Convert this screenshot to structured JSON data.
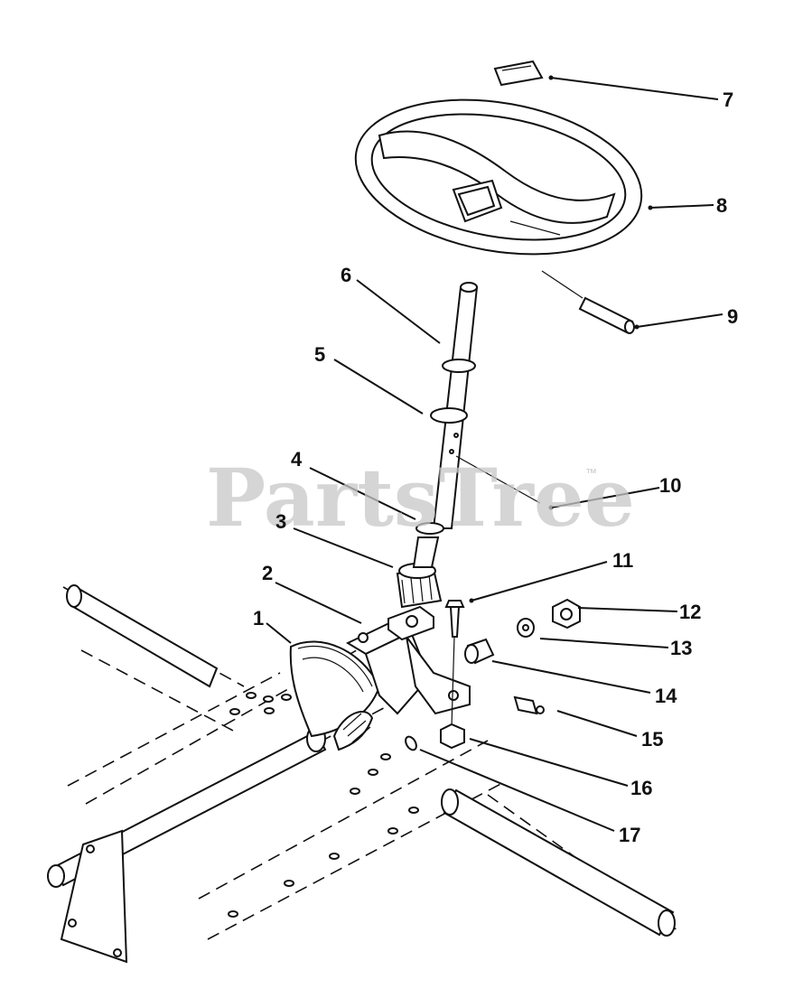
{
  "watermark": {
    "text": "PartsTree",
    "trademark": "™"
  },
  "callouts": [
    {
      "id": "1",
      "label": "1"
    },
    {
      "id": "2",
      "label": "2"
    },
    {
      "id": "3",
      "label": "3"
    },
    {
      "id": "4",
      "label": "4"
    },
    {
      "id": "5",
      "label": "5"
    },
    {
      "id": "6",
      "label": "6"
    },
    {
      "id": "7",
      "label": "7"
    },
    {
      "id": "8",
      "label": "8"
    },
    {
      "id": "9",
      "label": "9"
    },
    {
      "id": "10",
      "label": "10"
    },
    {
      "id": "11",
      "label": "11"
    },
    {
      "id": "12",
      "label": "12"
    },
    {
      "id": "13",
      "label": "13"
    },
    {
      "id": "14",
      "label": "14"
    },
    {
      "id": "15",
      "label": "15"
    },
    {
      "id": "16",
      "label": "16"
    },
    {
      "id": "17",
      "label": "17"
    }
  ],
  "colors": {
    "ink": "#111111",
    "watermark": "#c8c8c8",
    "background": "#ffffff"
  }
}
